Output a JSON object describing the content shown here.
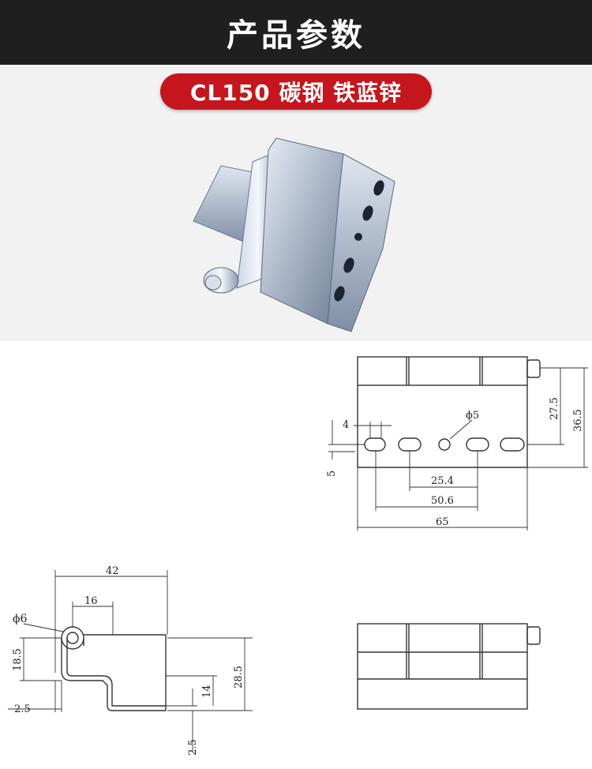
{
  "header": {
    "title": "产品参数"
  },
  "badge": {
    "label": "CL150 碳钢 铁蓝锌"
  },
  "dimensions": {
    "front": {
      "slot_width": "4",
      "hole_dia": "ϕ5",
      "edge_offset": "5",
      "spacing_inner": "25.4",
      "spacing_outer": "50.6",
      "total_width": "65",
      "height_inner": "27.5",
      "height_total": "36.5"
    },
    "side": {
      "width": "42",
      "pin_offset": "16",
      "pin_dia": "ϕ6",
      "left_height": "18.5",
      "thickness": "2.5",
      "bottom_thickness": "2.5",
      "step": "14",
      "total_height": "28.5"
    }
  },
  "colors": {
    "header_bg": "#1f1f1f",
    "badge_bg": "#c4161c",
    "photo_bg": "#f2f2f2"
  }
}
